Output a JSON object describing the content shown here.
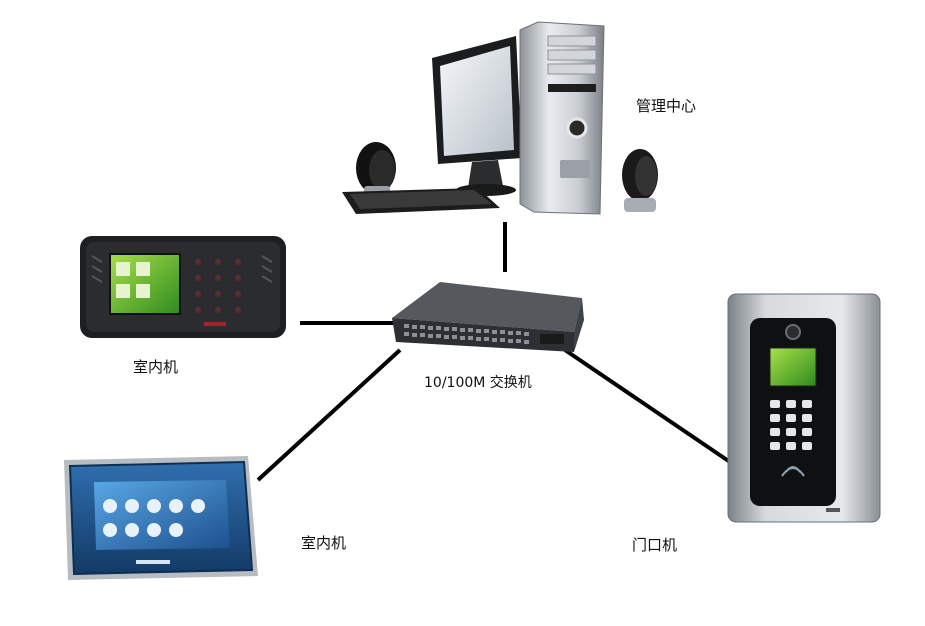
{
  "diagram": {
    "nodes": {
      "management_center": {
        "label": "管理中心"
      },
      "switch": {
        "label": "10/100M 交换机"
      },
      "indoor_unit_1": {
        "label": "室内机"
      },
      "indoor_unit_2": {
        "label": "室内机"
      },
      "door_unit": {
        "label": "门口机"
      }
    },
    "edges": [
      {
        "from": "switch",
        "to": "management_center"
      },
      {
        "from": "switch",
        "to": "indoor_unit_1"
      },
      {
        "from": "switch",
        "to": "indoor_unit_2"
      },
      {
        "from": "switch",
        "to": "door_unit"
      }
    ]
  }
}
